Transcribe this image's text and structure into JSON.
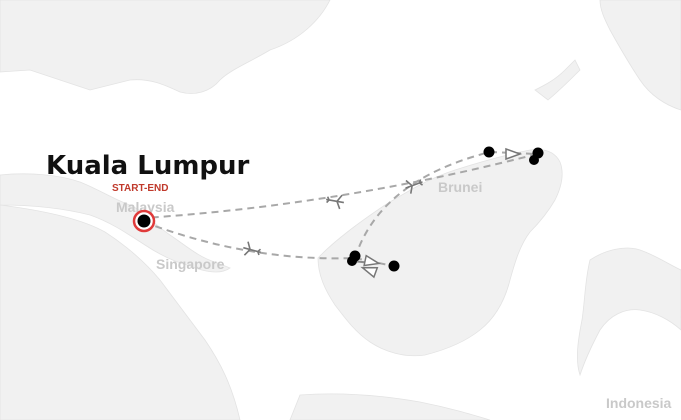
{
  "map": {
    "country_labels": {
      "malaysia": "Malaysia",
      "singapore": "Singapore",
      "brunei": "Brunei",
      "indonesia": "Indonesia"
    },
    "city": {
      "name": "Kuala Lumpur",
      "tag": "START-END"
    },
    "colors": {
      "land": "#f1f1f1",
      "sea": "#ffffff",
      "route": "#a8a8a8",
      "stop": "#000000",
      "start_ring": "#e03a3a",
      "start_tag": "#c0392b"
    },
    "icons": {
      "flight": "plane-icon",
      "ground": "arrow-icon"
    }
  }
}
